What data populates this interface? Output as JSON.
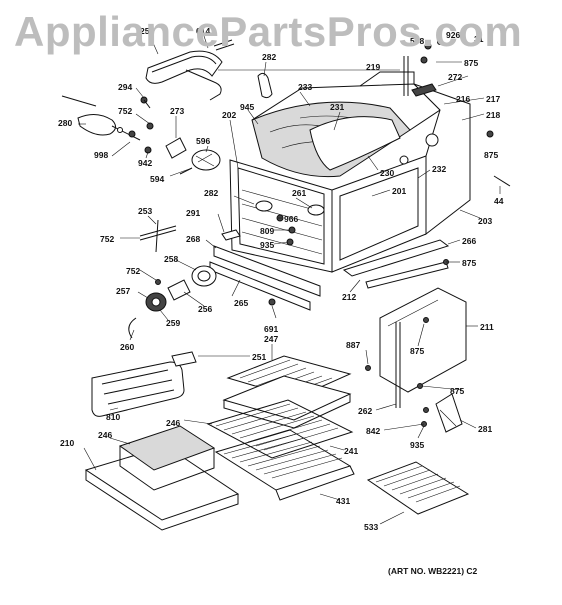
{
  "watermark": "AppliancePartsPros.com",
  "art_number": "(ART NO. WB2221) C2",
  "callouts": [
    "252",
    "614",
    "294",
    "752",
    "280",
    "998",
    "942",
    "273",
    "596",
    "594",
    "282",
    "945",
    "202",
    "233",
    "231",
    "219",
    "598",
    "926",
    "31",
    "875",
    "272",
    "216",
    "217",
    "218",
    "875",
    "230",
    "201",
    "232",
    "44",
    "203",
    "282",
    "261",
    "291",
    "966",
    "809",
    "935",
    "253",
    "752",
    "268",
    "266",
    "875",
    "752",
    "258",
    "257",
    "256",
    "259",
    "265",
    "212",
    "691",
    "260",
    "251",
    "247",
    "887",
    "211",
    "875",
    "875",
    "810",
    "246",
    "210",
    "246",
    "241",
    "262",
    "842",
    "935",
    "281",
    "431",
    "533"
  ]
}
